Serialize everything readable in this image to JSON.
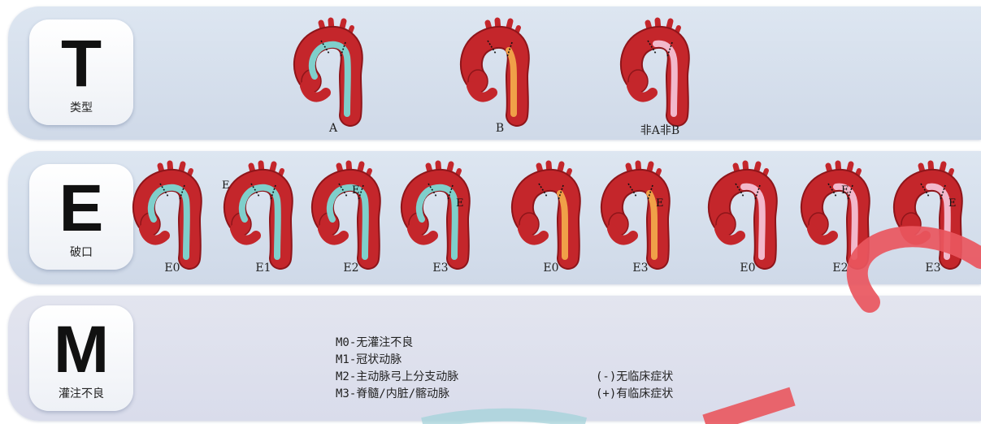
{
  "bands": {
    "t": {
      "letter": "T",
      "sub": "类型",
      "aortas": [
        {
          "label": "A",
          "lumen": "#7fcfcb",
          "tear": ""
        },
        {
          "label": "B",
          "lumen": "#f0a048",
          "tear": ""
        },
        {
          "label": "非A非B",
          "lumen": "#f2b8cb",
          "tear": ""
        }
      ]
    },
    "e": {
      "letter": "E",
      "sub": "破口",
      "aortas": [
        {
          "label": "E0",
          "lumen": "#7fcfcb",
          "tear": ""
        },
        {
          "label": "E1",
          "lumen": "#7fcfcb",
          "tear": "E"
        },
        {
          "label": "E2",
          "lumen": "#7fcfcb",
          "tear": "E"
        },
        {
          "label": "E3",
          "lumen": "#7fcfcb",
          "tear": "E"
        },
        {
          "label": "E0",
          "lumen": "#f0a048",
          "tear": ""
        },
        {
          "label": "E3",
          "lumen": "#f0a048",
          "tear": "E"
        },
        {
          "label": "E0",
          "lumen": "#f2b8cb",
          "tear": ""
        },
        {
          "label": "E2",
          "lumen": "#f2b8cb",
          "tear": "E"
        },
        {
          "label": "E3",
          "lumen": "#f2b8cb",
          "tear": "E"
        }
      ]
    },
    "m": {
      "letter": "M",
      "sub": "灌注不良",
      "levels": [
        "M0-无灌注不良",
        "M1-冠状动脉",
        "M2-主动脉弓上分支动脉",
        "M3-脊髓/内脏/髂动脉"
      ],
      "clinical": [
        "(-)无临床症状",
        "(+)有临床症状"
      ]
    }
  },
  "colors": {
    "aorta_red": "#c4262b",
    "aorta_dark": "#8e151a",
    "watermark_red": "#e9565e",
    "watermark_teal": "#9fd2d8"
  }
}
